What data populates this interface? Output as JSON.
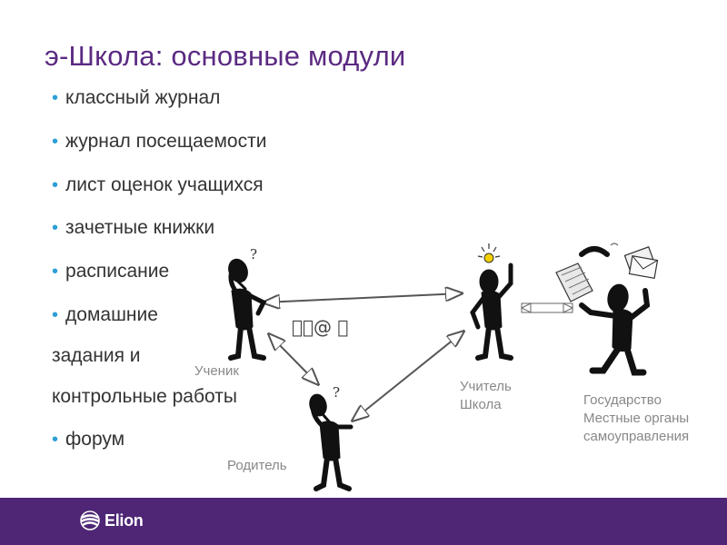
{
  "title": "э-Школа: основные модули",
  "bullets": [
    "классный журнал",
    "журнал посещаемости",
    "лист оценок учащихся",
    "зачетные книжки",
    "расписание",
    "домашние"
  ],
  "continuation": [
    "задания и",
    "контрольные работы"
  ],
  "last_bullet": "форум",
  "diagram": {
    "student": "Ученик",
    "parent": "Родитель",
    "teacher_line1": "Учитель",
    "teacher_line2": "Школа",
    "gov_line1": "Государство",
    "gov_line2": "Местные органы",
    "gov_line3": "самоуправления",
    "question_mark": "?",
    "symbols": "@ "
  },
  "footer": {
    "logo_text": "Elion",
    "bg_color": "#4e2675"
  },
  "colors": {
    "title": "#5b2a82",
    "bullet_dot": "#2b9fd6",
    "label": "#888888"
  }
}
